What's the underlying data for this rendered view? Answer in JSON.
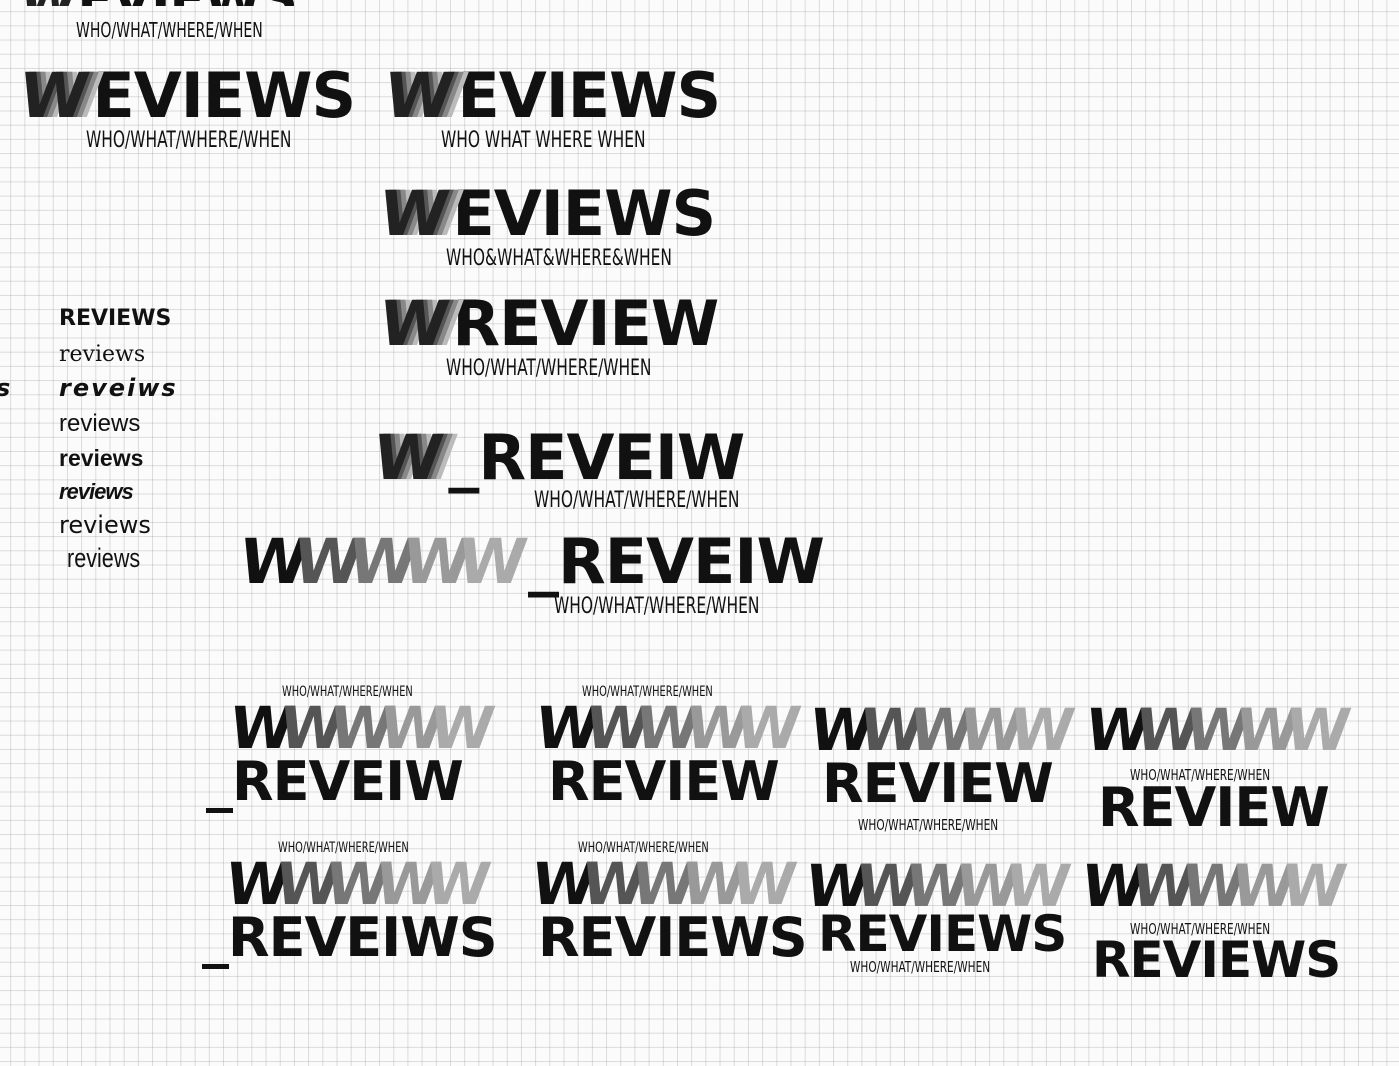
{
  "tagline_slash": "WHO/WHAT/WHERE/WHEN",
  "tagline_space": "WHO WHAT WHERE WHEN",
  "tagline_amp": "WHO&WHAT&WHERE&WHEN",
  "letters": {
    "w": "W",
    "wwwww": "WWWWW"
  },
  "words": {
    "eviews": "EVIEWS",
    "review": "REVIEW",
    "reviews": "REVIEWS",
    "reveiw": "_REVEIW",
    "reveiws": "_REVEIWS"
  },
  "word_variants": [
    "REVIEWS",
    "reviews",
    "reveiws",
    "reviews",
    "reviews",
    "reviews",
    "reviews",
    "reviews"
  ],
  "clipped_left_glyph": "s",
  "colors": {
    "black": "#111111",
    "dark_gray": "#555555",
    "mid_gray": "#777777",
    "light_gray": "#999999",
    "pale_gray": "#b3b3b3"
  }
}
